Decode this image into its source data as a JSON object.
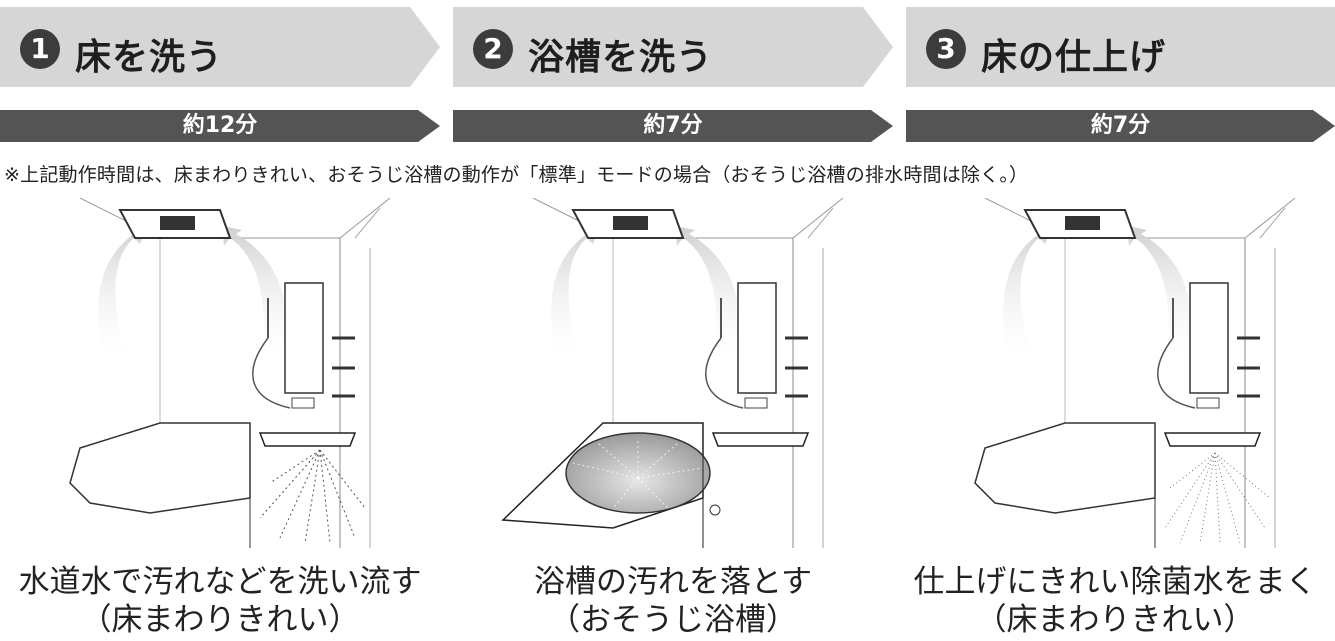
{
  "steps": [
    {
      "number": "1",
      "title": "床を洗う",
      "duration": "約12分",
      "caption_line1": "水道水で汚れなどを洗い流す",
      "caption_line2": "（床まわりきれい）"
    },
    {
      "number": "2",
      "title": "浴槽を洗う",
      "duration": "約7分",
      "caption_line1": "浴槽の汚れを落とす",
      "caption_line2": "（おそうじ浴槽）"
    },
    {
      "number": "3",
      "title": "床の仕上げ",
      "duration": "約7分",
      "caption_line1": "仕上げにきれい除菌水をまく",
      "caption_line2": "（床まわりきれい）"
    }
  ],
  "note": "※上記動作時間は、床まわりきれい、おそうじ浴槽の動作が「標準」モードの場合（おそうじ浴槽の排水時間は除く。）",
  "colors": {
    "step_bg": "#d6d6d6",
    "duration_bar": "#545454",
    "number_badge": "#3c3c3c"
  }
}
